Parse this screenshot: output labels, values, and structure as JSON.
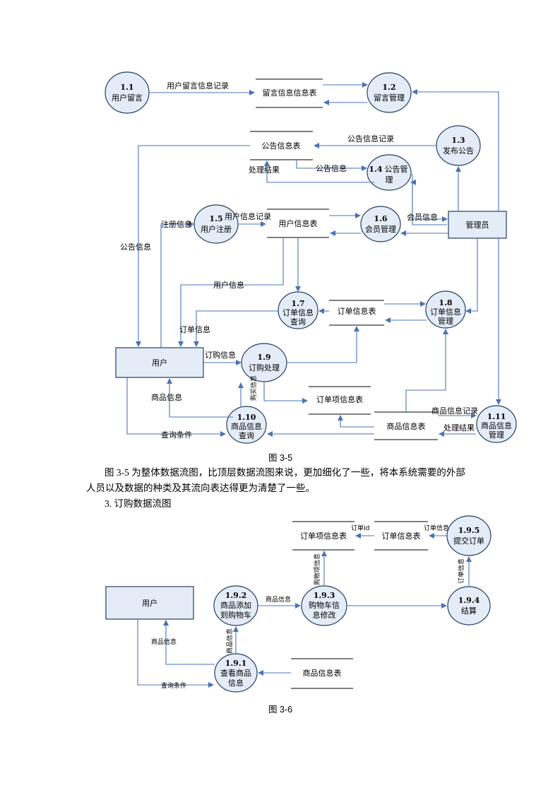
{
  "figure1": {
    "caption": "图 3-5",
    "processes": {
      "p1_1": {
        "id": "1.1",
        "line1": "用户留言"
      },
      "p1_2": {
        "id": "1.2",
        "line1": "留言管理"
      },
      "p1_3": {
        "id": "1.3",
        "line1": "发布公告"
      },
      "p1_4": {
        "id": "1.4",
        "line1": "公告管",
        "line2": "理"
      },
      "p1_5": {
        "id": "1.5",
        "line1": "用户注册"
      },
      "p1_6": {
        "id": "1.6",
        "line1": "会员管理"
      },
      "p1_7": {
        "id": "1.7",
        "line1": "订单信息",
        "line2": "查询"
      },
      "p1_8": {
        "id": "1.8",
        "line1": "订单信息",
        "line2": "管理"
      },
      "p1_9": {
        "id": "1.9",
        "line1": "订购处理"
      },
      "p1_10": {
        "id": "1.10",
        "line1": "商品信息",
        "line2": "查询"
      },
      "p1_11": {
        "id": "1.11",
        "line1": "商品信息",
        "line2": "管理"
      }
    },
    "entities": {
      "user": "用户",
      "admin": "管理员"
    },
    "stores": {
      "message": "留言信息信息表",
      "notice": "公告信息表",
      "user": "用户信息表",
      "order": "订单信息表",
      "order_item": "订单项信息表",
      "product": "商品信息表"
    },
    "flows": {
      "user_message_record": "用户留言信息记录",
      "notice_record": "公告信息记录",
      "handle_result_1": "处理结果",
      "notice_info_1": "公告信息",
      "register_info": "注册信息",
      "user_info_record": "用户信息记录",
      "member_info": "会员信息",
      "notice_info_2": "公告信息",
      "user_info": "用户信息",
      "order_info": "订单信息",
      "order_purchase_info": "订购信息",
      "purchase_info": "购买信息",
      "product_info": "商品信息",
      "product_info_record": "商品信息记录",
      "handle_result_2": "处理结果",
      "query_condition": "查询条件"
    }
  },
  "paragraph": {
    "line1": "图 3-5 为整体数据流图，比顶层数据流图来说，更加细化了一些，将本系统需要的外部",
    "line2": "人员以及数据的种类及其流向表达得更为清楚了一些。",
    "heading": "3.  订购数据流图"
  },
  "figure2": {
    "caption": "图 3-6",
    "processes": {
      "p1_9_1": {
        "id": "1.9.1",
        "line1": "查看商品",
        "line2": "信息"
      },
      "p1_9_2": {
        "id": "1.9.2",
        "line1": "商品添加",
        "line2": "到购物车"
      },
      "p1_9_3": {
        "id": "1.9.3",
        "line1": "购物车信",
        "line2": "息修改"
      },
      "p1_9_4": {
        "id": "1.9.4",
        "line1": "结算"
      },
      "p1_9_5": {
        "id": "1.9.5",
        "line1": "提交订单"
      }
    },
    "entities": {
      "user": "用户"
    },
    "stores": {
      "order_item": "订单项信息表",
      "order": "订单信息表",
      "product": "商品信息表"
    },
    "flows": {
      "order_id": "订单Id",
      "order_info_top": "订单信息",
      "product_info_h": "商品信息",
      "cart_info": "购物项信息",
      "order_info_v": "订单信息",
      "product_info_left": "商品信息",
      "product_info_v": "商品信息",
      "query_condition": "查询条件"
    }
  }
}
